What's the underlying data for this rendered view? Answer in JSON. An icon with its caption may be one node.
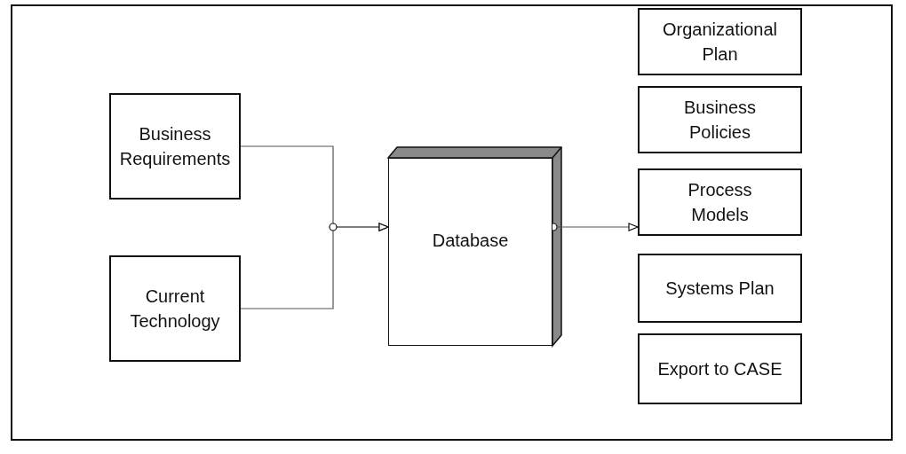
{
  "diagram": {
    "nodes": [
      {
        "text": [
          "Business Requirements"
        ]
      },
      {
        "text": [
          "Current Technology"
        ]
      },
      {
        "text": [
          "Database"
        ]
      },
      {
        "text": [
          "Organizational Plan"
        ]
      },
      {
        "text": [
          "Business Policies"
        ]
      },
      {
        "text": [
          "Process Models"
        ]
      },
      {
        "text": [
          "Systems Plan"
        ]
      },
      {
        "text": [
          "Export to CASE"
        ]
      }
    ],
    "edges": [
      {
        "from": 0,
        "to": 2,
        "arrow": "to"
      },
      {
        "from": 1,
        "to": 2,
        "arrow": "to"
      },
      {
        "from": 2,
        "to": 5,
        "arrow": "to"
      }
    ]
  }
}
